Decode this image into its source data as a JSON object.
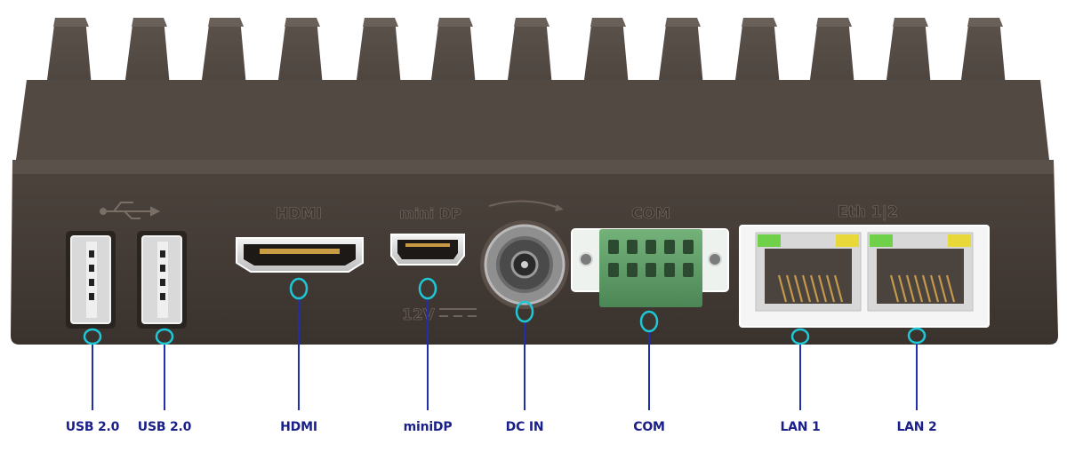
{
  "panel_text": {
    "hdmi": "HDMI",
    "minidp": "mini DP",
    "com": "COM",
    "eth": "Eth 1|2",
    "voltage": "12V"
  },
  "callouts": [
    {
      "id": "usb-1",
      "label": "USB 2.0"
    },
    {
      "id": "usb-2",
      "label": "USB 2.0"
    },
    {
      "id": "hdmi",
      "label": "HDMI"
    },
    {
      "id": "minidp",
      "label": "miniDP"
    },
    {
      "id": "dc-in",
      "label": "DC IN"
    },
    {
      "id": "com",
      "label": "COM"
    },
    {
      "id": "lan-1",
      "label": "LAN 1"
    },
    {
      "id": "lan-2",
      "label": "LAN 2"
    }
  ],
  "colors": {
    "chassis": "#4a413b",
    "callout_ring": "#1ec7d6",
    "callout_line": "#1f2fb0",
    "label": "#1a1f8a",
    "terminal_block": "#5e9a66",
    "led_green": "#6fd04a",
    "led_yellow": "#e9d83a"
  }
}
